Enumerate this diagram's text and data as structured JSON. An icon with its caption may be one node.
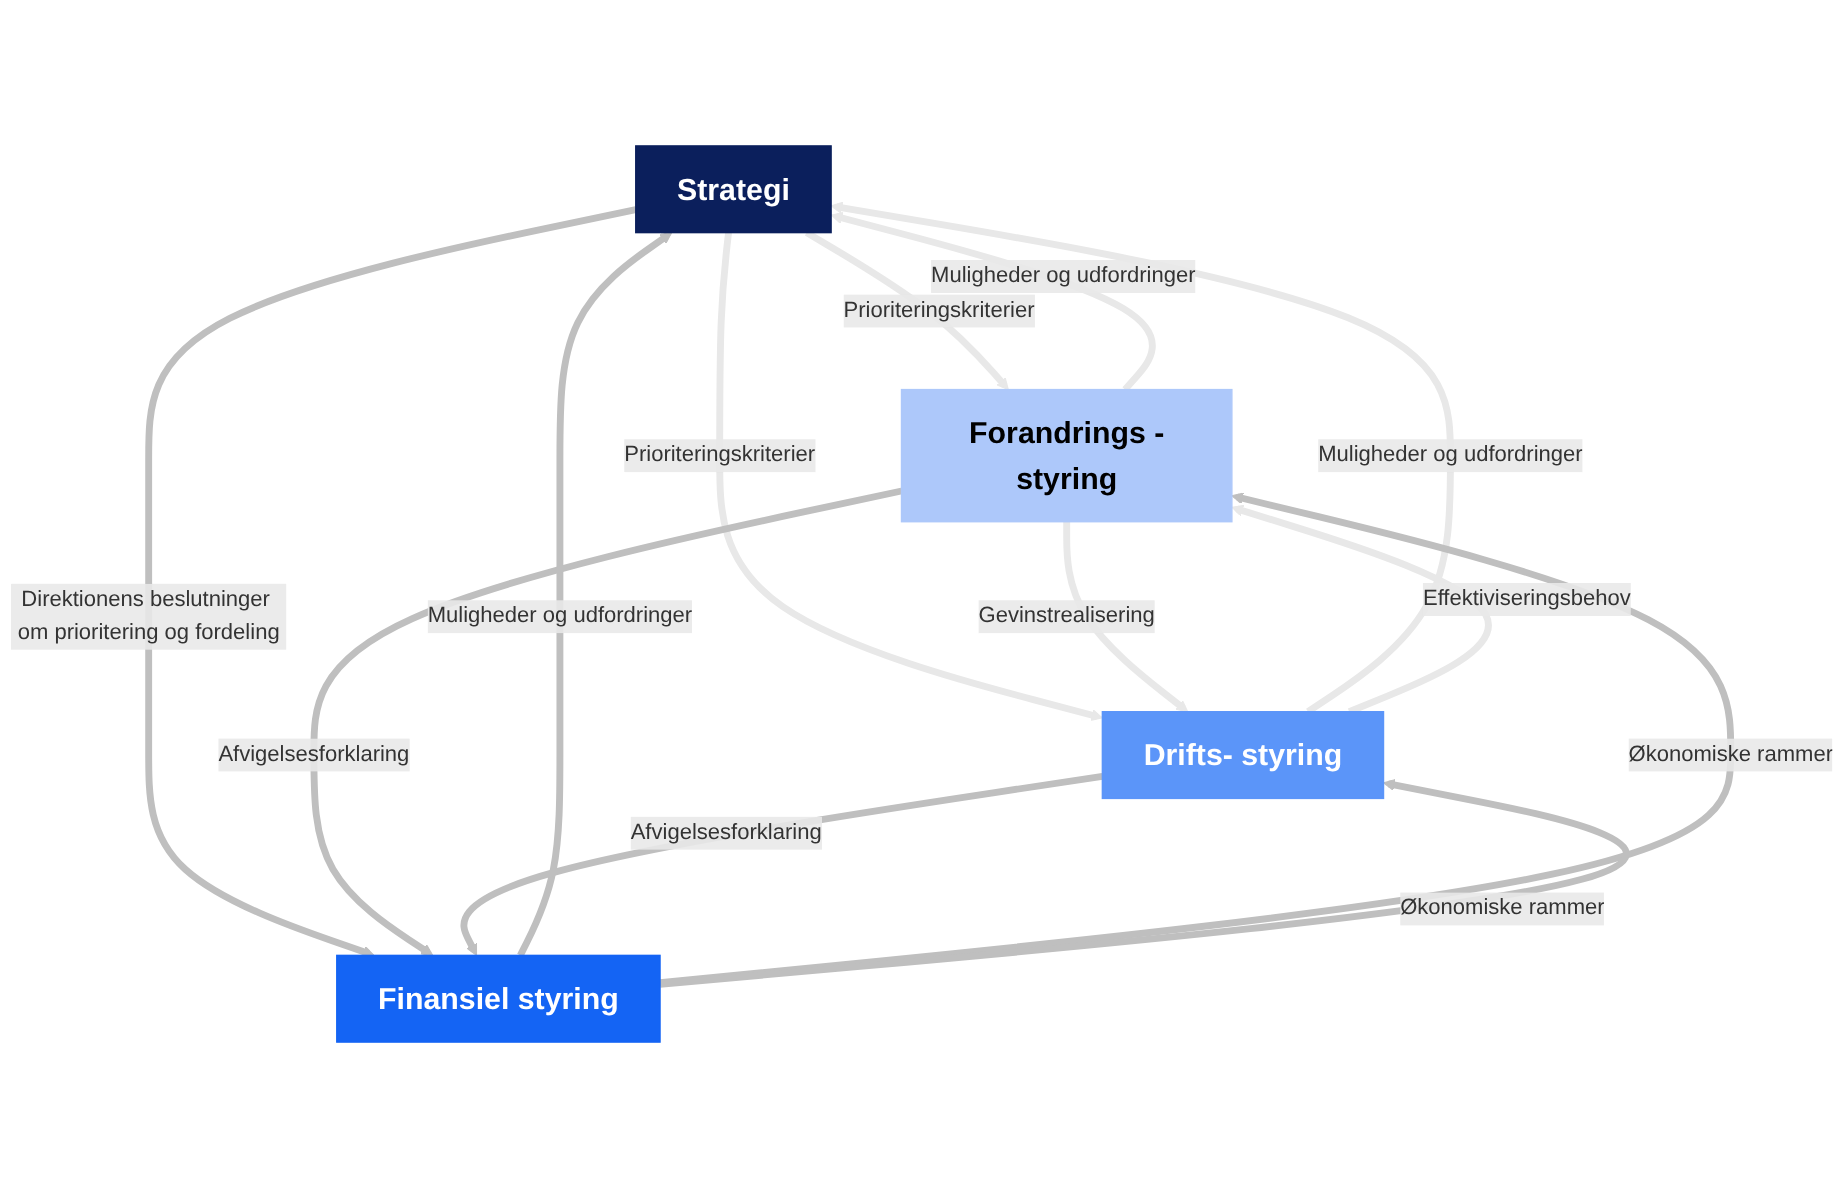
{
  "diagram": {
    "nodes": [
      {
        "text": [
          "Strategi"
        ]
      },
      {
        "text": [
          "Forandrings -styring"
        ]
      },
      {
        "text": [
          "Drifts- styring"
        ]
      },
      {
        "text": [
          "Finansiel styring"
        ]
      }
    ],
    "edges": [
      {
        "from": 1,
        "to": 0,
        "arrow": "to",
        "label": "Muligheder og udfordringer",
        "color": "#e8e8e8"
      },
      {
        "from": 0,
        "to": 1,
        "arrow": "to",
        "label": "Prioriteringskriterier",
        "color": "#e8e8e8"
      },
      {
        "from": 2,
        "to": 0,
        "arrow": "to",
        "label": "Muligheder og udfordringer",
        "color": "#e8e8e8"
      },
      {
        "from": 0,
        "to": 2,
        "arrow": "to",
        "label": "Prioriteringskriterier",
        "color": "#e8e8e8"
      },
      {
        "from": 1,
        "to": 2,
        "arrow": "to",
        "label": "Gevinstrealisering",
        "color": "#e8e8e8"
      },
      {
        "from": 2,
        "to": 1,
        "arrow": "to",
        "label": "Effektiviseringsbehov",
        "color": "#e8e8e8"
      },
      {
        "from": 0,
        "to": 3,
        "arrow": "to",
        "label": "Direktionens beslutninger om prioritering og fordeling"
      },
      {
        "from": 3,
        "to": 0,
        "arrow": "to",
        "label": "Muligheder og udfordringer"
      },
      {
        "from": 1,
        "to": 3,
        "arrow": "to",
        "label": "Afvigelsesforklaring"
      },
      {
        "from": 3,
        "to": 1,
        "arrow": "to",
        "label": "Økonomiske rammer"
      },
      {
        "from": 2,
        "to": 3,
        "arrow": "to",
        "label": "Afvigelsesforklaring"
      },
      {
        "from": 3,
        "to": 2,
        "arrow": "to",
        "label": "Økonomiske rammer"
      }
    ]
  }
}
